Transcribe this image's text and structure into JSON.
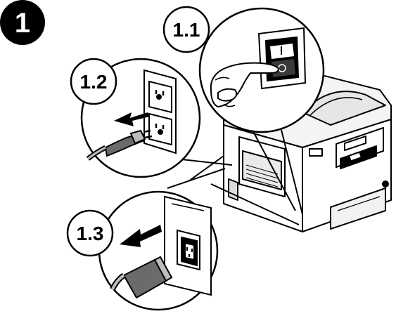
{
  "step_number": "1",
  "callouts": [
    {
      "id": "1.1",
      "label": "1.1",
      "subject": "power-switch-off"
    },
    {
      "id": "1.2",
      "label": "1.2",
      "subject": "unplug-from-wall-outlet"
    },
    {
      "id": "1.3",
      "label": "1.3",
      "subject": "unplug-from-printer-inlet"
    }
  ],
  "colors": {
    "ink": "#000000",
    "paper": "#ffffff",
    "shade": "#bdbdbd",
    "dark_shade": "#6b6b6b"
  },
  "icons": [
    "printer-illustration",
    "hand-icon",
    "wall-outlet-icon",
    "power-plug-icon",
    "iec-power-inlet-icon",
    "arrow-icon",
    "rocker-switch-icon"
  ]
}
